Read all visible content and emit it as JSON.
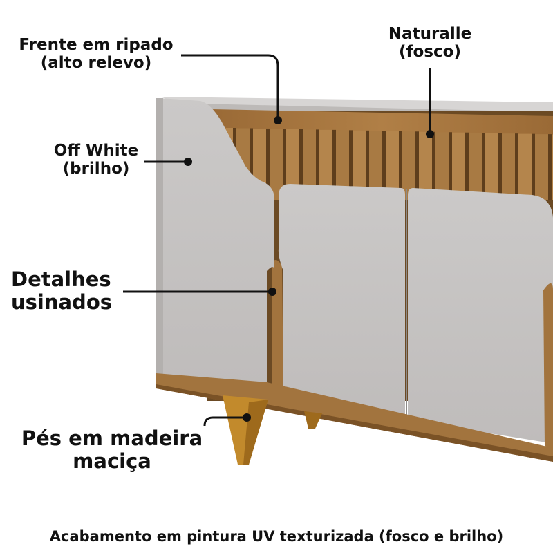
{
  "colors": {
    "off_white": "#c6c4c3",
    "naturalle": "#a2743e",
    "wood_dark": "#7a5226",
    "leg": "#c28a2c",
    "callout": "#111111"
  },
  "annotations": {
    "frente": {
      "line1": "Frente em ripado",
      "line2": "(alto relevo)"
    },
    "naturalle": {
      "line1": "Naturalle",
      "line2": "(fosco)"
    },
    "off_white": {
      "line1": "Off White",
      "line2": "(brilho)"
    },
    "detalhes": {
      "line1": "Detalhes",
      "line2": "usinados"
    },
    "pes": {
      "line1": "Pés em madeira",
      "line2": "maciça"
    }
  },
  "caption": "Acabamento em pintura UV texturizada (fosco e brilho)"
}
